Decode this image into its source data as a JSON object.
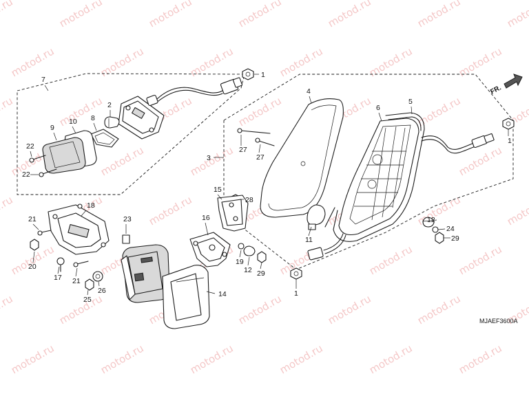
{
  "diagram": {
    "drawing_code": "MJAEF3600A",
    "direction_label": "FR.",
    "watermark": "motod.ru",
    "callouts": [
      "1",
      "1",
      "1",
      "1",
      "2",
      "3",
      "4",
      "5",
      "6",
      "7",
      "8",
      "9",
      "10",
      "11",
      "12",
      "12",
      "14",
      "15",
      "16",
      "17",
      "18",
      "19",
      "20",
      "21",
      "21",
      "22",
      "22",
      "23",
      "24",
      "25",
      "26",
      "27",
      "27",
      "28",
      "29",
      "29"
    ]
  }
}
